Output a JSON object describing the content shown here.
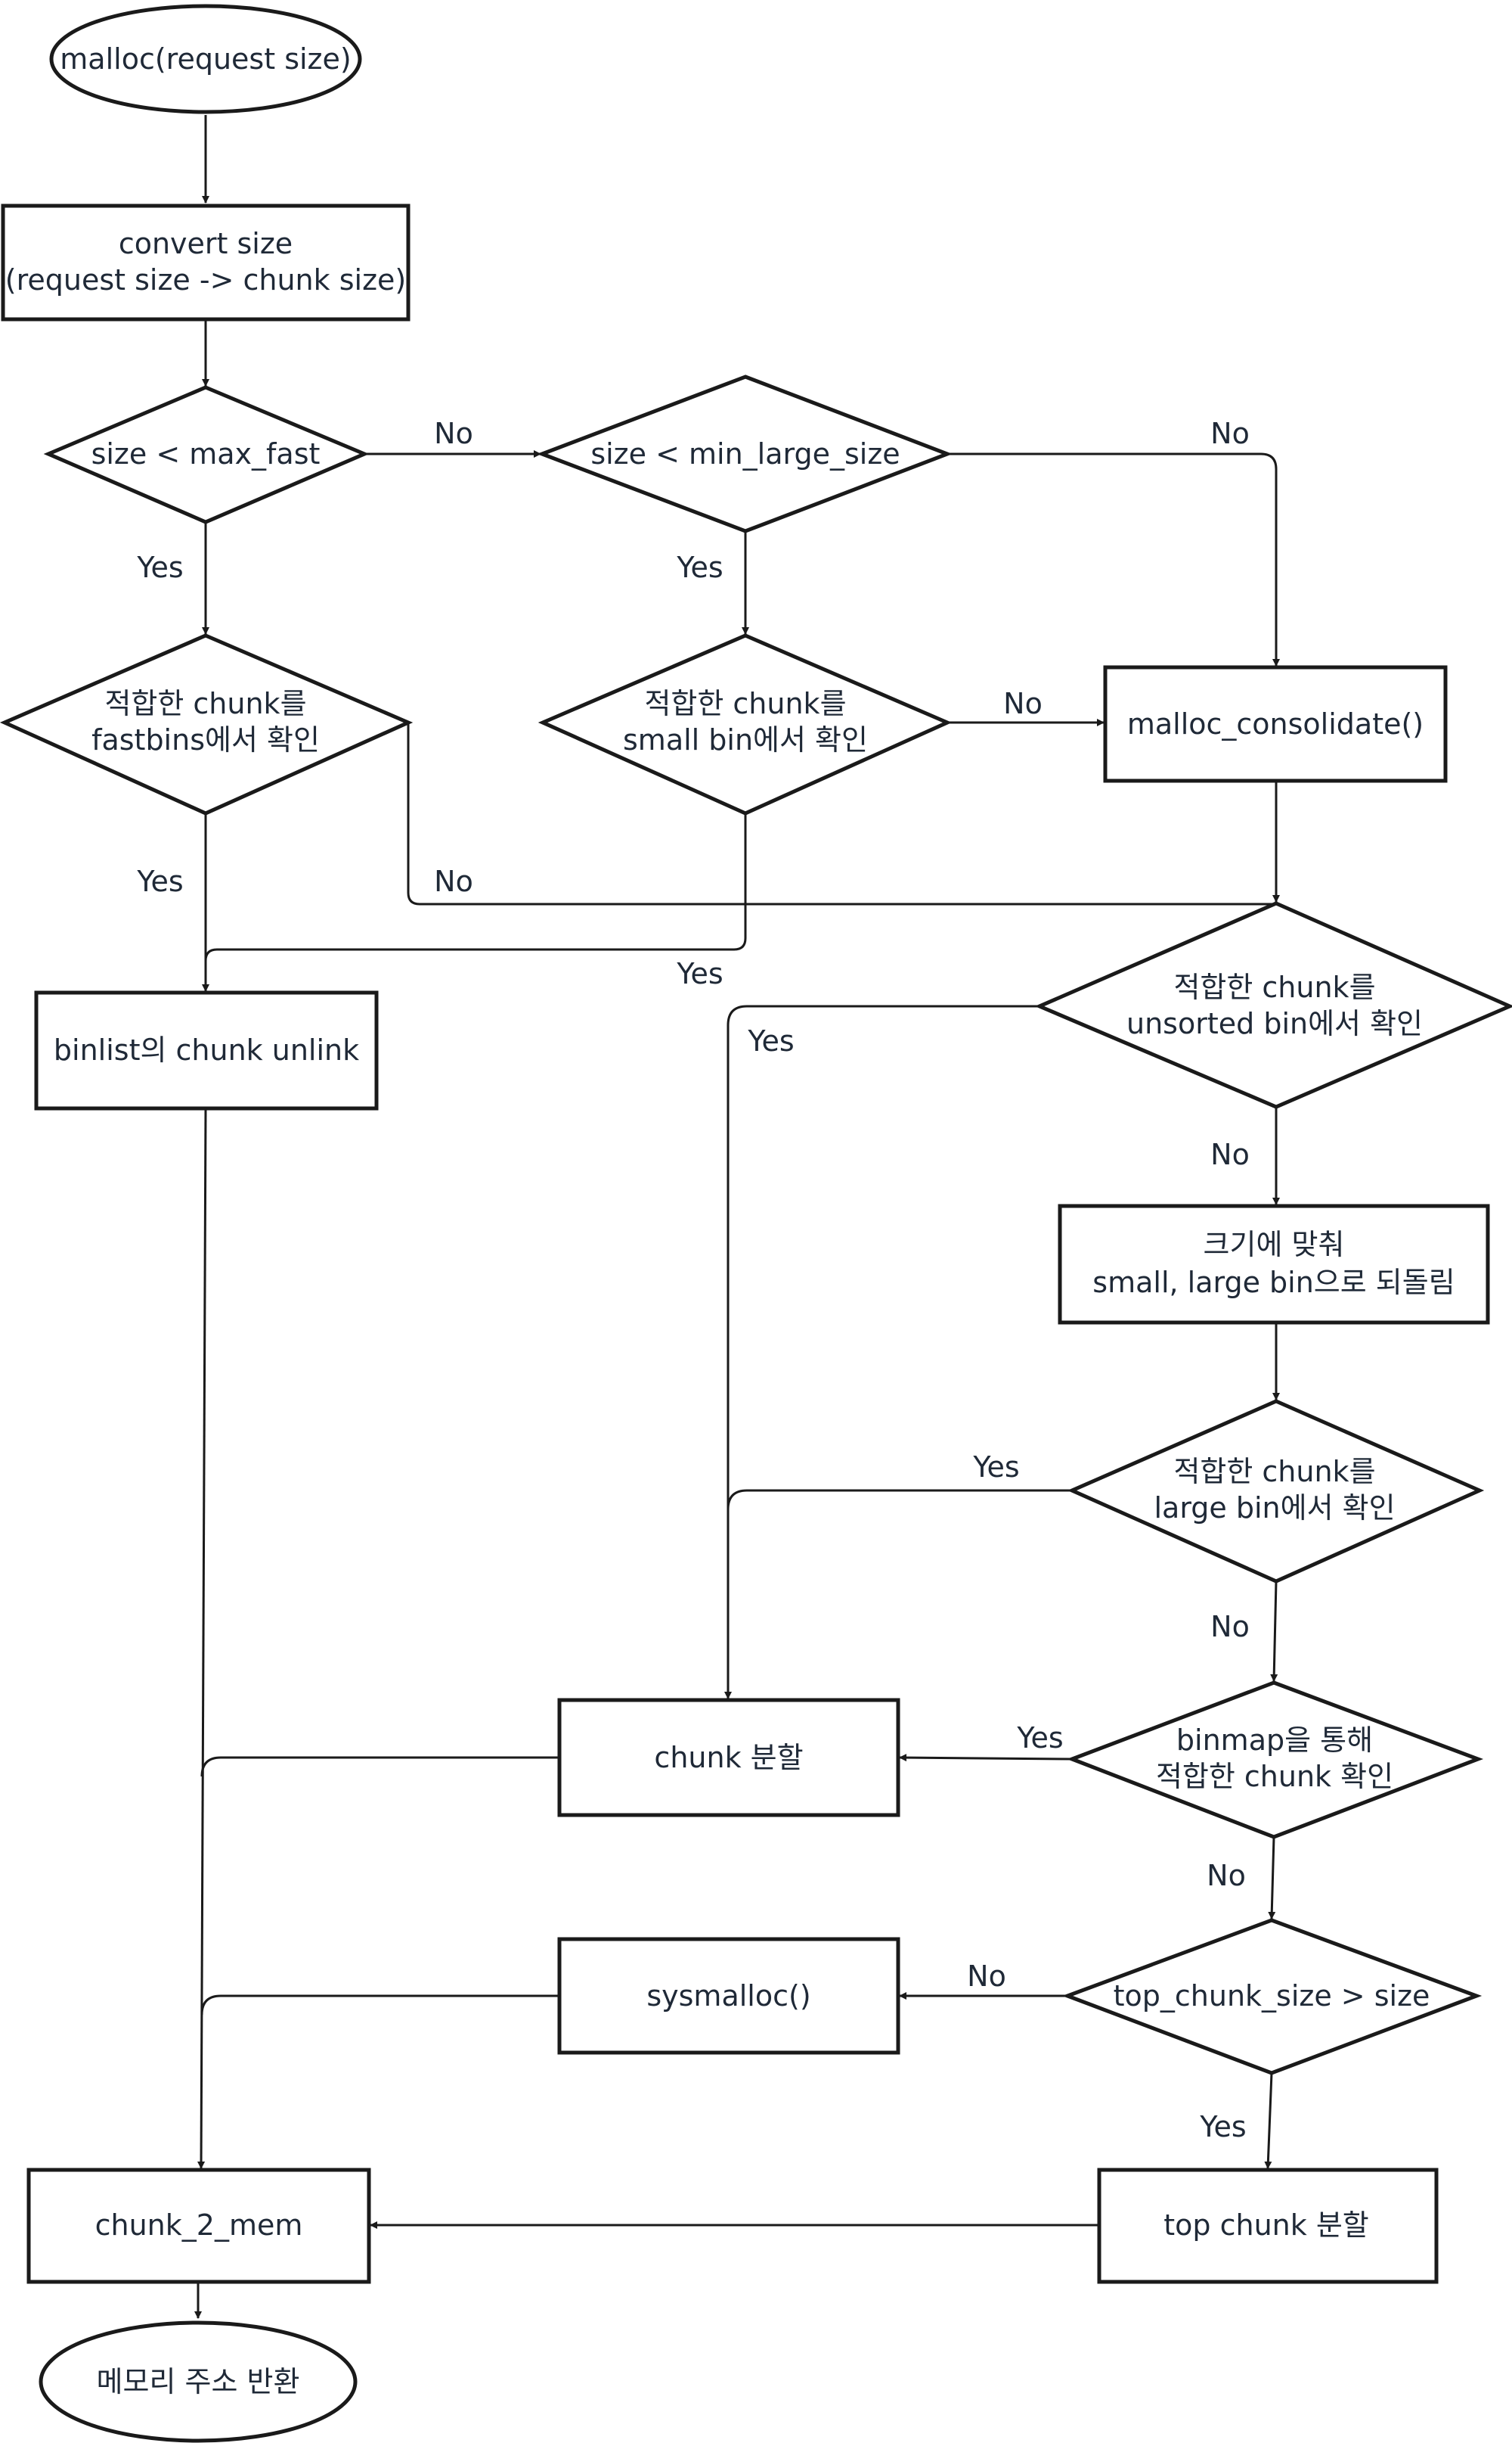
{
  "nodes": {
    "start": "malloc(request size)",
    "convert": [
      "convert size",
      "(request size -> chunk size)"
    ],
    "max_fast": "size < max_fast",
    "min_large": "size < min_large_size",
    "fastbins": [
      "적합한 chunk를",
      "fastbins에서 확인"
    ],
    "small_bin": [
      "적합한 chunk를",
      "small bin에서 확인"
    ],
    "consolidate": "malloc_consolidate()",
    "unlink": "binlist의 chunk unlink",
    "unsorted": [
      "적합한 chunk를",
      "unsorted bin에서 확인"
    ],
    "return_bins": [
      "크기에 맞춰",
      "small, large bin으로 되돌림"
    ],
    "large_bin": [
      "적합한 chunk를",
      "large bin에서 확인"
    ],
    "split": "chunk 분할",
    "binmap": [
      "binmap을 통해",
      "적합한 chunk 확인"
    ],
    "sysmalloc": "sysmalloc()",
    "top_check": "top_chunk_size > size",
    "chunk2mem": "chunk_2_mem",
    "top_split": "top chunk 분할",
    "end": "메모리 주소 반환"
  },
  "edges": {
    "max_fast_no": "No",
    "max_fast_yes": "Yes",
    "min_large_no": "No",
    "min_large_yes": "Yes",
    "fastbins_yes": "Yes",
    "fastbins_no": "No",
    "small_no": "No",
    "small_yes": "Yes",
    "unsorted_yes": "Yes",
    "unsorted_no": "No",
    "large_yes": "Yes",
    "large_no": "No",
    "binmap_yes": "Yes",
    "binmap_no": "No",
    "top_no": "No",
    "top_yes": "Yes"
  }
}
